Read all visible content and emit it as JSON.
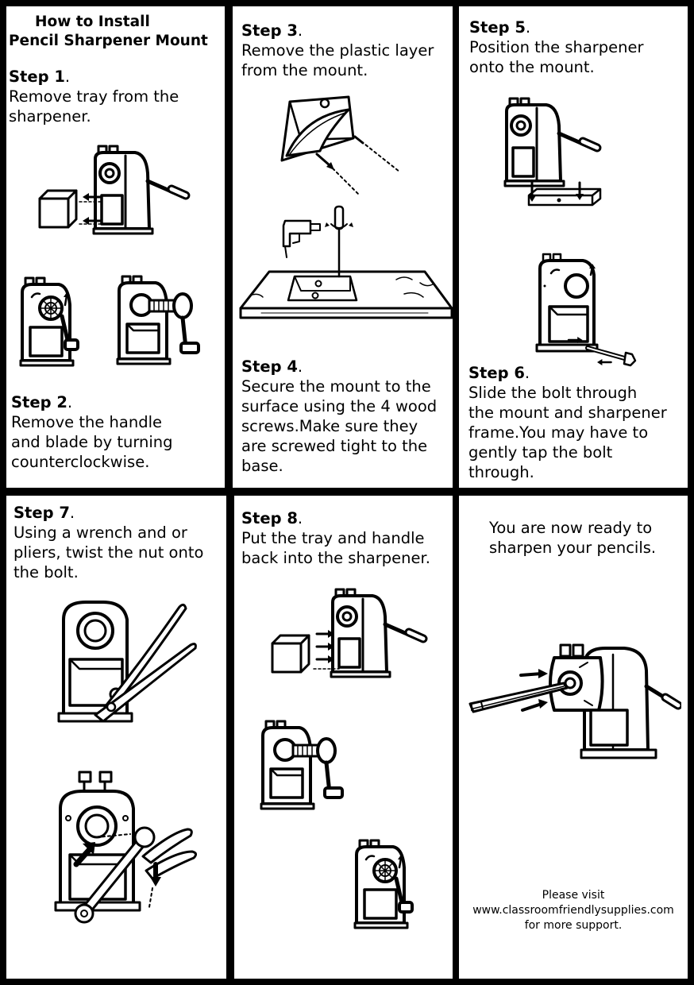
{
  "title": {
    "line1": "How to Install",
    "line2": "Pencil Sharpener Mount"
  },
  "steps": [
    {
      "label": "Step 1",
      "lines": [
        "Remove tray from the",
        "sharpener."
      ]
    },
    {
      "label": "Step 2",
      "lines": [
        "Remove the handle",
        "and blade by turning",
        "counterclockwise."
      ]
    },
    {
      "label": "Step 3",
      "lines": [
        "Remove the plastic layer",
        "from the mount."
      ]
    },
    {
      "label": "Step 4",
      "lines": [
        "Secure the mount to the",
        "surface using the 4 wood",
        "screws.Make sure they",
        "are screwed tight to the",
        "base."
      ]
    },
    {
      "label": "Step 5",
      "lines": [
        "Position the sharpener",
        "onto the mount."
      ]
    },
    {
      "label": "Step 6",
      "lines": [
        "Slide the bolt through",
        "the mount and sharpener",
        "frame.You may have to",
        "gently tap the bolt",
        "through."
      ]
    },
    {
      "label": "Step 7",
      "lines": [
        "Using a wrench and or",
        "pliers, twist the nut onto",
        "the bolt."
      ]
    },
    {
      "label": "Step 8",
      "lines": [
        "Put the tray and handle",
        "back into the sharpener."
      ]
    }
  ],
  "final": {
    "lines": [
      "You are now ready to",
      "sharpen your pencils."
    ]
  },
  "support": {
    "line1": "Please visit",
    "url": "www.classroomfriendlysupplies.com",
    "line3": "for more support."
  },
  "colors": {
    "border": "#000000",
    "panel": "#ffffff",
    "ink": "#000000"
  }
}
